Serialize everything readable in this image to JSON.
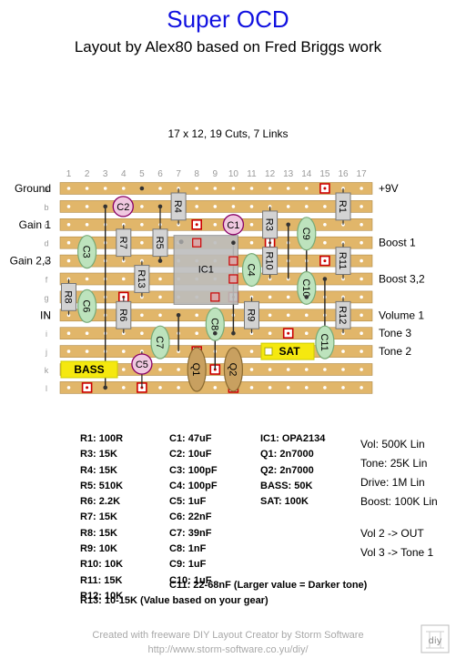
{
  "title": "Super OCD",
  "subtitle": "Layout by Alex80 based on Fred Briggs work",
  "board_info": "17 x 12, 19 Cuts, 7 Links",
  "columns": [
    "1",
    "2",
    "3",
    "4",
    "5",
    "6",
    "7",
    "8",
    "9",
    "10",
    "11",
    "12",
    "13",
    "14",
    "15",
    "16",
    "17"
  ],
  "rows": [
    "a",
    "b",
    "c",
    "d",
    "e",
    "f",
    "g",
    "h",
    "i",
    "j",
    "k",
    "l"
  ],
  "left_labels": [
    {
      "text": "Ground",
      "row": "a"
    },
    {
      "text": "Gain 1",
      "row": "c"
    },
    {
      "text": "Gain 2,3",
      "row": "e"
    },
    {
      "text": "IN",
      "row": "h"
    }
  ],
  "right_labels": [
    {
      "text": "+9V",
      "row": "a"
    },
    {
      "text": "Boost 1",
      "row": "d"
    },
    {
      "text": "Boost 3,2",
      "row": "f"
    },
    {
      "text": "Volume 1",
      "row": "h"
    },
    {
      "text": "Tone 3",
      "row": "i"
    },
    {
      "text": "Tone 2",
      "row": "j"
    }
  ],
  "components": {
    "resistors": [
      {
        "label": "R4",
        "c": 7,
        "r1": "a",
        "r2": "c"
      },
      {
        "label": "R1",
        "c": 16,
        "r1": "a",
        "r2": "c"
      },
      {
        "label": "R3",
        "c": 12,
        "r1": "b",
        "r2": "d"
      },
      {
        "label": "R7",
        "c": 4,
        "r1": "c",
        "r2": "e"
      },
      {
        "label": "R5",
        "c": 6,
        "r1": "c",
        "r2": "e"
      },
      {
        "label": "R11",
        "c": 16,
        "r1": "d",
        "r2": "f"
      },
      {
        "label": "R10",
        "c": 12,
        "r1": "d",
        "r2": "f"
      },
      {
        "label": "R13",
        "c": 5,
        "r1": "e",
        "r2": "g"
      },
      {
        "label": "R8",
        "c": 1,
        "r1": "f",
        "r2": "h"
      },
      {
        "label": "R6",
        "c": 4,
        "r1": "g",
        "r2": "i"
      },
      {
        "label": "R9",
        "c": 11,
        "r1": "g",
        "r2": "i"
      },
      {
        "label": "R12",
        "c": 16,
        "r1": "g",
        "r2": "i"
      }
    ],
    "film_caps": [
      {
        "label": "C3",
        "c": 2,
        "r1": "d",
        "r2": "e"
      },
      {
        "label": "C9",
        "c": 14,
        "r1": "c",
        "r2": "d"
      },
      {
        "label": "C4",
        "c": 11,
        "r1": "e",
        "r2": "f"
      },
      {
        "label": "C10",
        "c": 14,
        "r1": "f",
        "r2": "g"
      },
      {
        "label": "C6",
        "c": 2,
        "r1": "g",
        "r2": "h"
      },
      {
        "label": "C8",
        "c": 9,
        "r1": "h",
        "r2": "i"
      },
      {
        "label": "C7",
        "c": 6,
        "r1": "i",
        "r2": "j"
      },
      {
        "label": "C11",
        "c": 15,
        "r1": "i",
        "r2": "j"
      }
    ],
    "electrolytics": [
      {
        "label": "C2",
        "c": 4,
        "r": "b"
      },
      {
        "label": "C1",
        "c": 10,
        "r": "c"
      },
      {
        "label": "C5",
        "c": 5,
        "r": "k"
      }
    ],
    "ic": {
      "label": "IC1"
    },
    "transistors": [
      {
        "label": "Q1",
        "c": 8
      },
      {
        "label": "Q2",
        "c": 10
      }
    ],
    "trimmers": [
      {
        "label": "BASS"
      },
      {
        "label": "SAT"
      }
    ]
  },
  "parts_col1": [
    "R1: 100R",
    "R3: 15K",
    "R4: 15K",
    "R5: 510K",
    "R6: 2.2K",
    "R7: 15K",
    "R8: 15K",
    "R9: 10K",
    "R10: 10K",
    "R11: 15K",
    "R12: 10K"
  ],
  "parts_col2": [
    "C1: 47uF",
    "C2: 10uF",
    "C3: 100pF",
    "C4: 100pF",
    "C5: 1uF",
    "C6: 22nF",
    "C7: 39nF",
    "C8: 1nF",
    "C9: 1uF",
    "C10: 1uF"
  ],
  "parts_col3": [
    "IC1: OPA2134",
    "Q1: 2n7000",
    "Q2: 2n7000",
    "BASS: 50K",
    "SAT: 100K"
  ],
  "c11_note": "C11: 22-68nF (Larger value = Darker tone)",
  "r13_note": "R13: 10-15K (Value based on your gear)",
  "pots": [
    "Vol: 500K Lin",
    "Tone: 25K Lin",
    "Drive: 1M Lin",
    "Boost: 100K Lin"
  ],
  "wiring": [
    "Vol 2 -> OUT",
    "Vol 3 -> Tone 1"
  ],
  "footer_line1": "Created with freeware DIY Layout Creator by Storm Software",
  "footer_line2": "http://www.storm-software.co.yu/diy/",
  "logo_text": "diy",
  "colors": {
    "title": "#1010e0",
    "strip": "#e1b66a",
    "strip_border": "#b08a48",
    "trimmer": "#f5e80f",
    "resistor": "#d3d3d3",
    "film_cap": "#bde3bd",
    "electrolytic": "#f0c8e0",
    "cut": "#cc0000"
  }
}
